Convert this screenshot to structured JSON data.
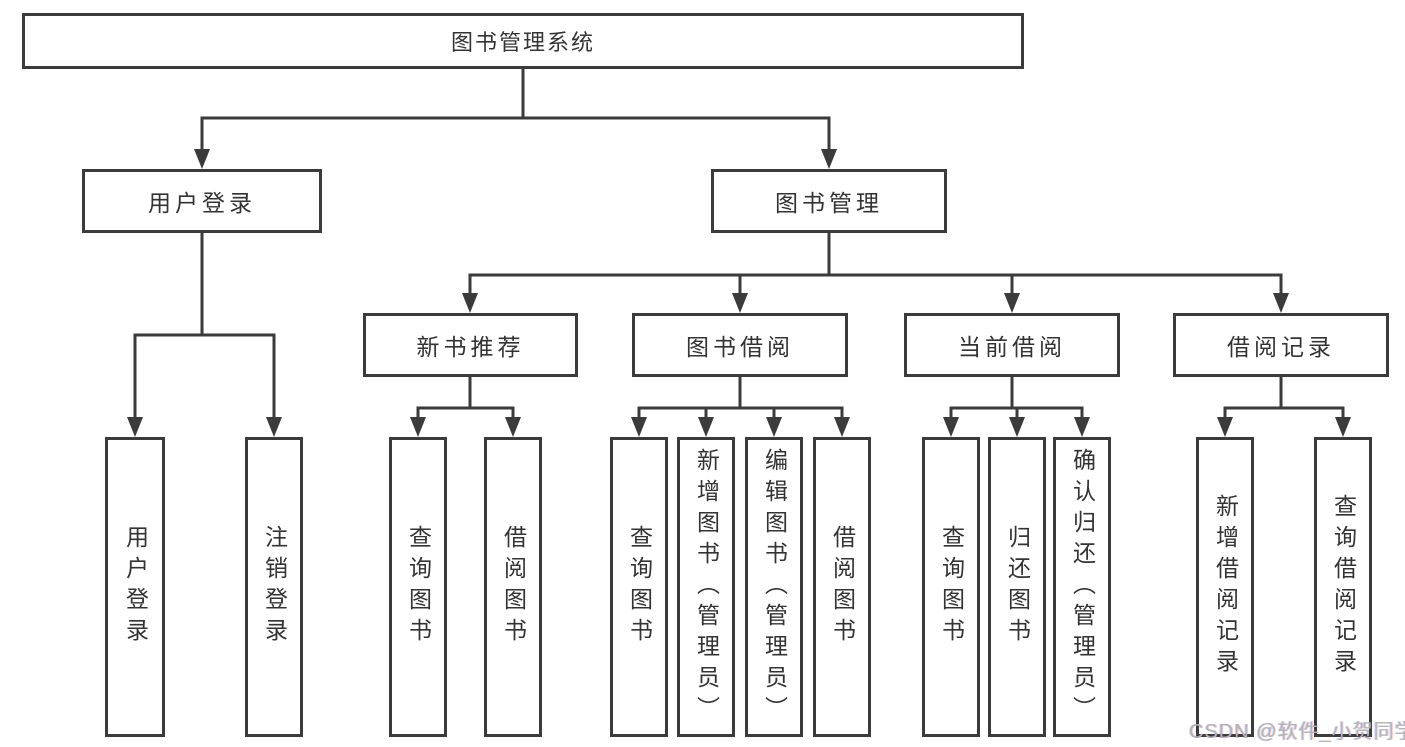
{
  "colors": {
    "background": "#ffffff",
    "line": "#3b3b3b",
    "box_border": "#3b3b3b",
    "text": "#333333",
    "watermark": "#b3b3b8"
  },
  "watermark": {
    "text": "CSDN @软件_小贺同学"
  },
  "tree": {
    "label": "图书管理系统",
    "children": [
      {
        "label": "用户登录",
        "children": [
          {
            "label": "用户登录"
          },
          {
            "label": "注销登录"
          }
        ]
      },
      {
        "label": "图书管理",
        "children": [
          {
            "label": "新书推荐",
            "children": [
              {
                "label": "查询图书"
              },
              {
                "label": "借阅图书"
              }
            ]
          },
          {
            "label": "图书借阅",
            "children": [
              {
                "label": "查询图书"
              },
              {
                "label": "新增图书（管理员）"
              },
              {
                "label": "编辑图书（管理员）"
              },
              {
                "label": "借阅图书"
              }
            ]
          },
          {
            "label": "当前借阅",
            "children": [
              {
                "label": "查询图书"
              },
              {
                "label": "归还图书"
              },
              {
                "label": "确认归还（管理员）"
              }
            ]
          },
          {
            "label": "借阅记录",
            "children": [
              {
                "label": "新增借阅记录"
              },
              {
                "label": "查询借阅记录"
              }
            ]
          }
        ]
      }
    ]
  }
}
